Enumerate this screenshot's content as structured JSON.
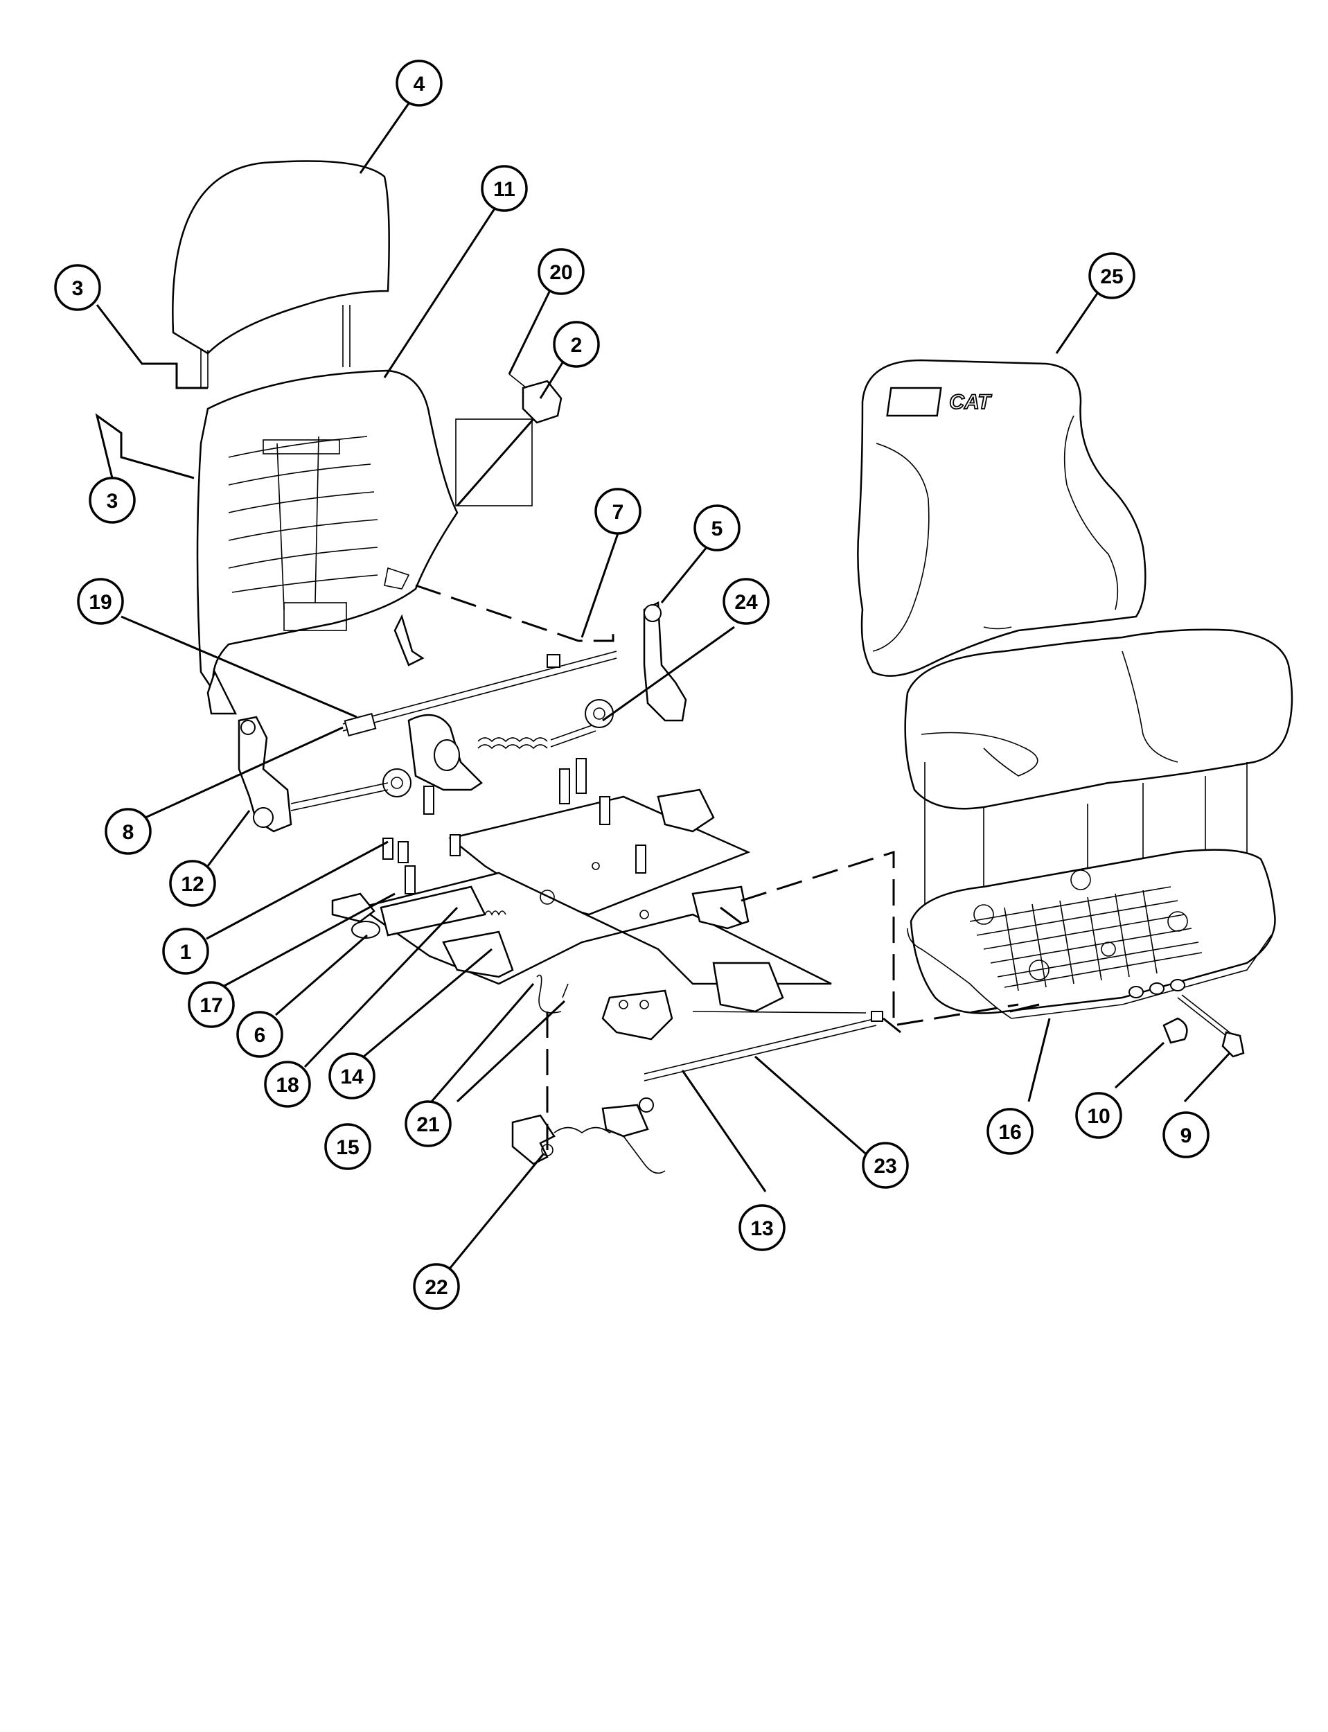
{
  "callouts": [
    {
      "id": "c4",
      "label": "4"
    },
    {
      "id": "c11",
      "label": "11"
    },
    {
      "id": "c20",
      "label": "20"
    },
    {
      "id": "c2",
      "label": "2"
    },
    {
      "id": "c3a",
      "label": "3"
    },
    {
      "id": "c3b",
      "label": "3"
    },
    {
      "id": "c7",
      "label": "7"
    },
    {
      "id": "c5",
      "label": "5"
    },
    {
      "id": "c24",
      "label": "24"
    },
    {
      "id": "c19",
      "label": "19"
    },
    {
      "id": "c8",
      "label": "8"
    },
    {
      "id": "c12",
      "label": "12"
    },
    {
      "id": "c1",
      "label": "1"
    },
    {
      "id": "c17",
      "label": "17"
    },
    {
      "id": "c6",
      "label": "6"
    },
    {
      "id": "c18",
      "label": "18"
    },
    {
      "id": "c14",
      "label": "14"
    },
    {
      "id": "c15",
      "label": "15"
    },
    {
      "id": "c21",
      "label": "21"
    },
    {
      "id": "c22",
      "label": "22"
    },
    {
      "id": "c13",
      "label": "13"
    },
    {
      "id": "c23",
      "label": "23"
    },
    {
      "id": "c25",
      "label": "25"
    },
    {
      "id": "c16",
      "label": "16"
    },
    {
      "id": "c10",
      "label": "10"
    },
    {
      "id": "c9",
      "label": "9"
    }
  ],
  "logo": {
    "text": "CAT"
  },
  "colors": {
    "line": "#000000",
    "background": "#ffffff"
  }
}
